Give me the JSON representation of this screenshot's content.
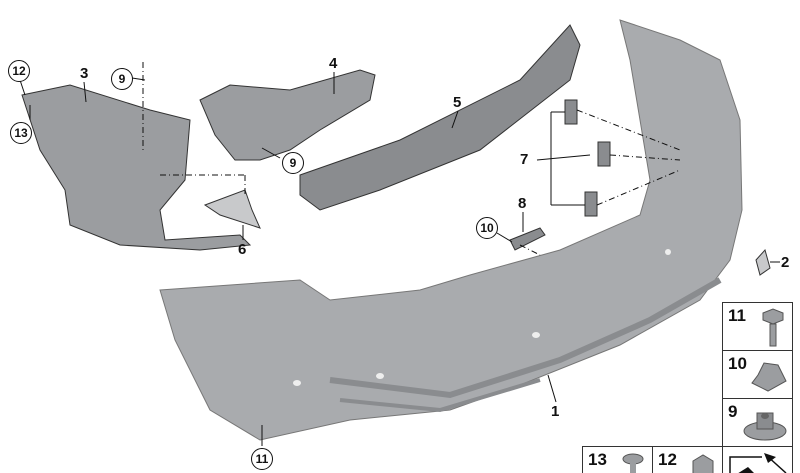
{
  "diagram": {
    "callouts": [
      {
        "number": "12",
        "style": "circled"
      },
      {
        "number": "13",
        "style": "circled"
      },
      {
        "number": "3",
        "style": "plain"
      },
      {
        "number": "9",
        "style": "circled"
      },
      {
        "number": "4",
        "style": "plain"
      },
      {
        "number": "5",
        "style": "plain"
      },
      {
        "number": "9",
        "style": "circled"
      },
      {
        "number": "7",
        "style": "plain"
      },
      {
        "number": "8",
        "style": "plain"
      },
      {
        "number": "10",
        "style": "circled"
      },
      {
        "number": "6",
        "style": "plain"
      },
      {
        "number": "2",
        "style": "plain"
      },
      {
        "number": "1",
        "style": "plain"
      },
      {
        "number": "11",
        "style": "circled"
      }
    ],
    "hardware_boxes": [
      {
        "number": "11",
        "part": "hex-bolt"
      },
      {
        "number": "10",
        "part": "clip"
      },
      {
        "number": "9",
        "part": "flange-nut"
      },
      {
        "number": "13",
        "part": "torx-screw"
      },
      {
        "number": "12",
        "part": "clip-nut"
      },
      {
        "number": "",
        "part": "direction-arrow"
      }
    ],
    "colors": {
      "part_fill": "#a9abae",
      "part_shade": "#8a8c8f",
      "line": "#111111"
    }
  }
}
